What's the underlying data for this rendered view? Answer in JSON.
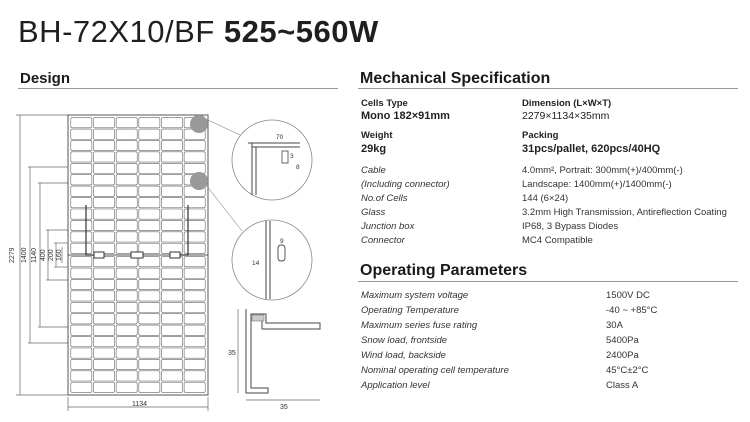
{
  "header": {
    "model": "BH-72X10/BF",
    "power": "525~560W"
  },
  "design": {
    "title": "Design",
    "dims": {
      "height_total": "2279",
      "d1400": "1400",
      "d1140": "1140",
      "d400": "400",
      "d200": "200",
      "d160": "160",
      "width": "1134",
      "frame_depth": "35",
      "frame_height": "35",
      "corner_70": "70",
      "corner_3": "3",
      "corner_8": "8",
      "hole_9": "9",
      "hole_14": "14"
    }
  },
  "mechanical": {
    "title": "Mechanical Specification",
    "cells_type_label": "Cells Type",
    "cells_type_value": "Mono 182×91mm",
    "dimension_label": "Dimension (L×W×T)",
    "dimension_value": "2279×1134×35mm",
    "weight_label": "Weight",
    "weight_value": "29kg",
    "packing_label": "Packing",
    "packing_value": "31pcs/pallet, 620pcs/40HQ",
    "rows": [
      {
        "k": "Cable",
        "v": "4.0mm², Portrait: 300mm(+)/400mm(-)"
      },
      {
        "k": "(Including connector)",
        "v": "Landscape: 1400mm(+)/1400mm(-)"
      },
      {
        "k": "No.of Cells",
        "v": "144 (6×24)"
      },
      {
        "k": "Glass",
        "v": "3.2mm High Transmission, Antireflection Coating"
      },
      {
        "k": "Junction box",
        "v": "IP68, 3 Bypass Diodes"
      },
      {
        "k": "Connector",
        "v": "MC4 Compatible"
      }
    ]
  },
  "operating": {
    "title": "Operating Parameters",
    "rows": [
      {
        "k": "Maximum system voltage",
        "v": "1500V DC"
      },
      {
        "k": "Operating Temperature",
        "v": "-40 ~ +85°C"
      },
      {
        "k": "Maximum series fuse rating",
        "v": "30A"
      },
      {
        "k": "Snow load, frontside",
        "v": "5400Pa"
      },
      {
        "k": "Wind load, backside",
        "v": "2400Pa"
      },
      {
        "k": "Nominal operating cell temperature",
        "v": "45°C±2°C"
      },
      {
        "k": "Application level",
        "v": "Class A"
      }
    ]
  }
}
